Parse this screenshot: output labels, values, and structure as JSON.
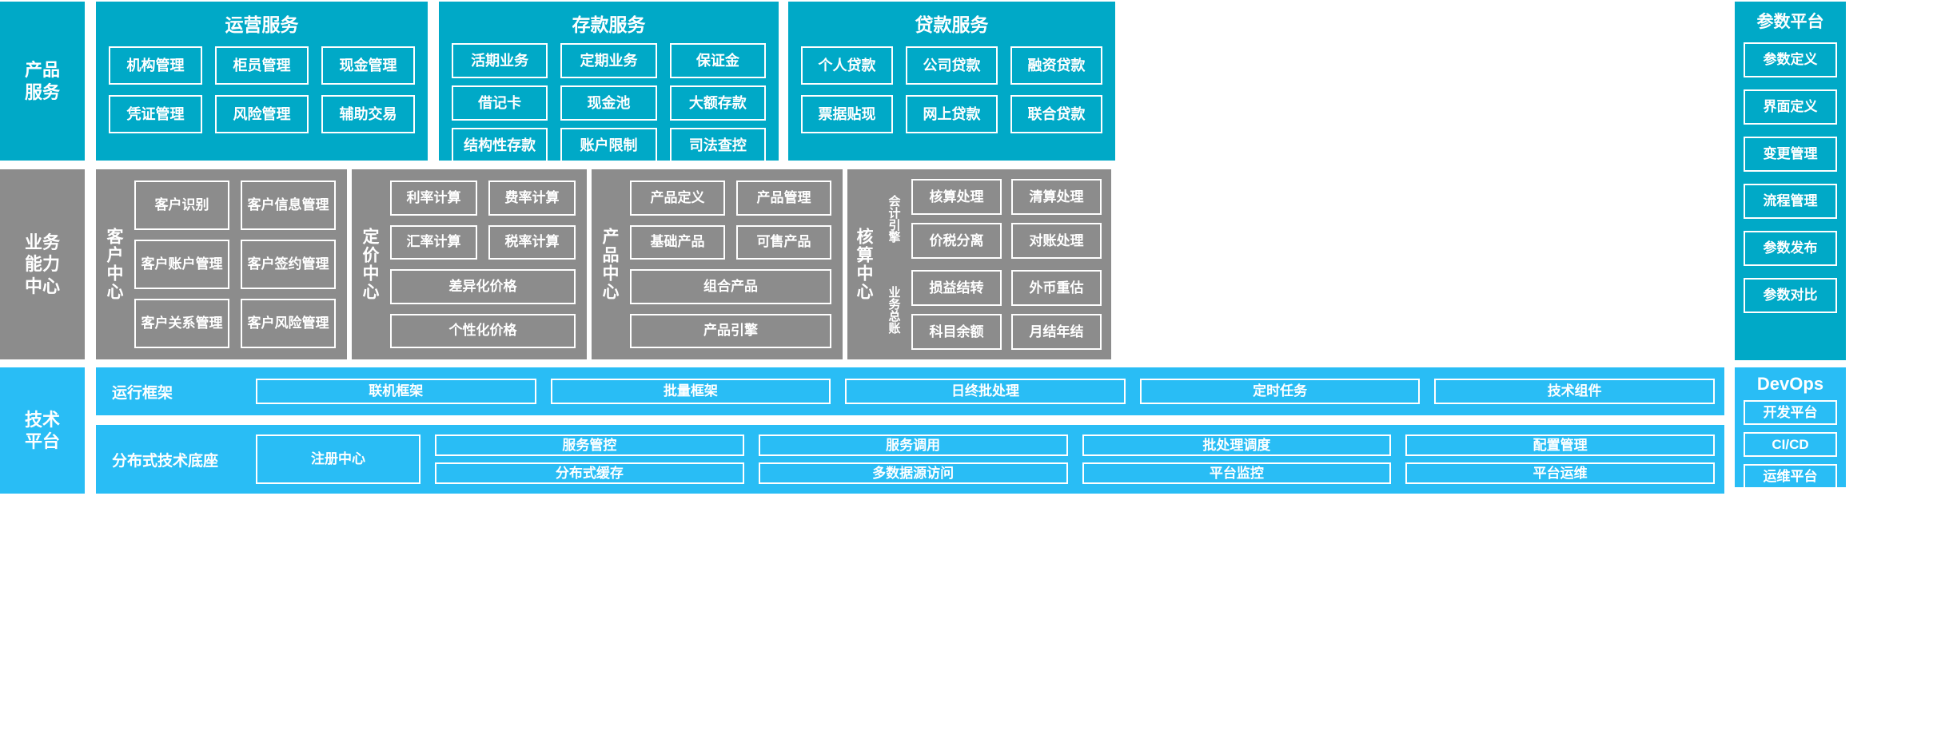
{
  "colors": {
    "teal": "#00a9c7",
    "gray": "#8c8c8c",
    "blue": "#29bdf5",
    "border": "#ffffff"
  },
  "rows": {
    "product_service": {
      "side_label": "产品\n服务",
      "groups": [
        {
          "title": "运营服务",
          "items": [
            "机构管理",
            "柜员管理",
            "现金管理",
            "凭证管理",
            "风险管理",
            "辅助交易"
          ]
        },
        {
          "title": "存款服务",
          "items": [
            "活期业务",
            "定期业务",
            "保证金",
            "借记卡",
            "现金池",
            "大额存款",
            "结构性存款",
            "账户限制",
            "司法查控"
          ]
        },
        {
          "title": "贷款服务",
          "items": [
            "个人贷款",
            "公司贷款",
            "融资贷款",
            "票据贴现",
            "网上贷款",
            "联合贷款"
          ]
        }
      ]
    },
    "business_capability": {
      "side_label": "业务\n能力\n中心",
      "centers": [
        {
          "name": "客户中心",
          "items": [
            "客户识别",
            "客户信息管理",
            "客户账户管理",
            "客户签约管理",
            "客户关系管理",
            "客户风险管理"
          ]
        },
        {
          "name": "定价中心",
          "items": [
            "利率计算",
            "费率计算",
            "汇率计算",
            "税率计算"
          ],
          "wide_items": [
            "差异化价格",
            "个性化价格"
          ]
        },
        {
          "name": "产品中心",
          "items": [
            "产品定义",
            "产品管理",
            "基础产品",
            "可售产品"
          ],
          "wide_items": [
            "组合产品",
            "产品引擎"
          ]
        },
        {
          "name": "核算中心",
          "subgroups": [
            {
              "label": "会计引擎",
              "items": [
                "核算处理",
                "清算处理",
                "价税分离",
                "对账处理"
              ]
            },
            {
              "label": "业务总账",
              "items": [
                "损益结转",
                "外币重估",
                "科目余额",
                "月结年结"
              ]
            }
          ]
        }
      ]
    },
    "tech_platform": {
      "side_label": "技术\n平台",
      "runtime_framework": {
        "label": "运行框架",
        "items": [
          "联机框架",
          "批量框架",
          "日终批处理",
          "定时任务",
          "技术组件"
        ]
      },
      "distributed_base": {
        "label": "分布式技术底座",
        "registry": "注册中心",
        "items": [
          "服务管控",
          "服务调用",
          "批处理调度",
          "配置管理",
          "分布式缓存",
          "多数据源访问",
          "平台监控",
          "平台运维"
        ]
      }
    }
  },
  "param_platform": {
    "title": "参数平台",
    "items": [
      "参数定义",
      "界面定义",
      "变更管理",
      "流程管理",
      "参数发布",
      "参数对比"
    ]
  },
  "devops": {
    "title": "DevOps",
    "items": [
      "开发平台",
      "CI/CD",
      "运维平台"
    ]
  }
}
